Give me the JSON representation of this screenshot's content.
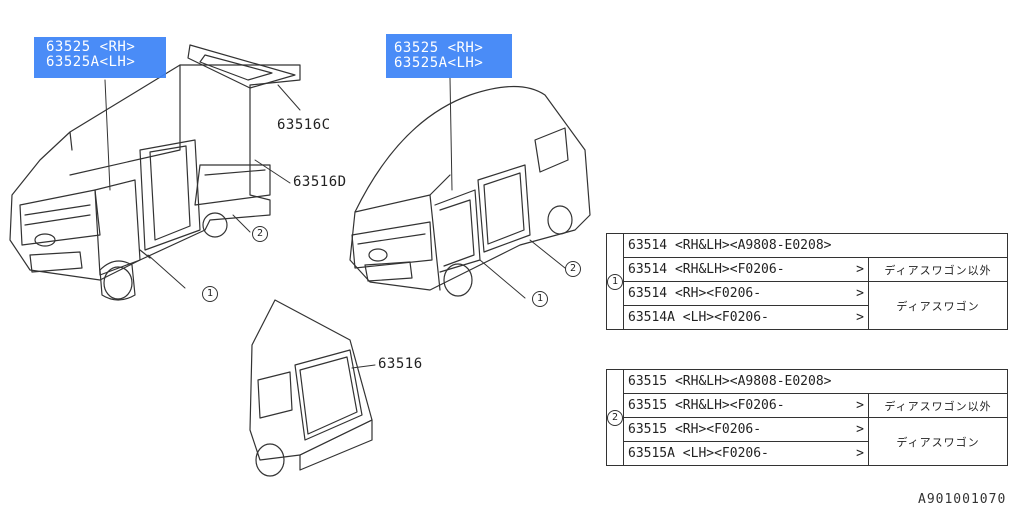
{
  "callouts": {
    "left_hl_line1": "63525 <RH>",
    "left_hl_line2": "63525A<LH>",
    "right_hl_line1": "63525 <RH>",
    "right_hl_line2": "63525A<LH>",
    "label_63516C": "63516C",
    "label_63516D": "63516D",
    "label_63516": "63516",
    "circle1": "1",
    "circle2": "2"
  },
  "table1": {
    "group": "1",
    "rows": [
      {
        "part": "63514 <RH&LH><A9808-E0208>"
      },
      {
        "part": "63514 <RH&LH><F0206-",
        "close": ">",
        "note": "ディアスワゴン以外"
      },
      {
        "part": "63514 <RH><F0206-",
        "close": ">",
        "note": "ディアスワゴン"
      },
      {
        "part": "63514A <LH><F0206-",
        "close": ">"
      }
    ]
  },
  "table2": {
    "group": "2",
    "rows": [
      {
        "part": "63515 <RH&LH><A9808-E0208>"
      },
      {
        "part": "63515 <RH&LH><F0206-",
        "close": ">",
        "note": "ディアスワゴン以外"
      },
      {
        "part": "63515 <RH><F0206-",
        "close": ">",
        "note": "ディアスワゴン"
      },
      {
        "part": "63515A <LH><F0206-",
        "close": ">"
      }
    ]
  },
  "diagram_code": "A901001070",
  "colors": {
    "highlight": "#3b82f6",
    "line": "#333333"
  }
}
